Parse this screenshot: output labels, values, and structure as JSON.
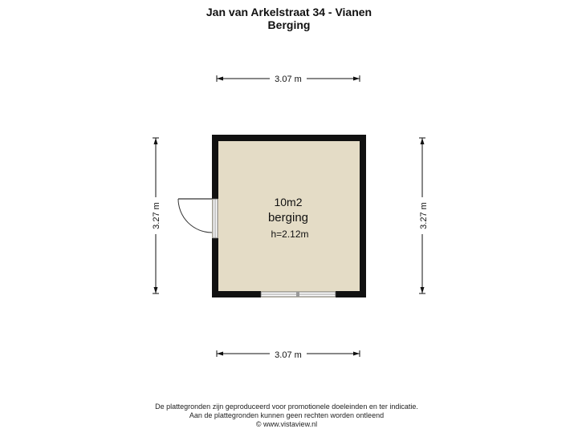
{
  "header": {
    "address": "Jan van Arkelstraat 34 - Vianen",
    "floor": "Berging"
  },
  "room": {
    "area": "10m2",
    "name": "berging",
    "height": "h=2.12m",
    "fill_color": "#e4dcc6",
    "wall_color": "#111111"
  },
  "dimensions": {
    "top": "3.07 m",
    "bottom": "3.07 m",
    "left": "3.27 m",
    "right": "3.27 m"
  },
  "footer": {
    "line1": "De plattegronden zijn geproduceerd voor promotionele doeleinden en ter indicatie.",
    "line2": "Aan de plattegronden kunnen geen rechten worden ontleend",
    "line3": "© www.vistaview.nl"
  }
}
